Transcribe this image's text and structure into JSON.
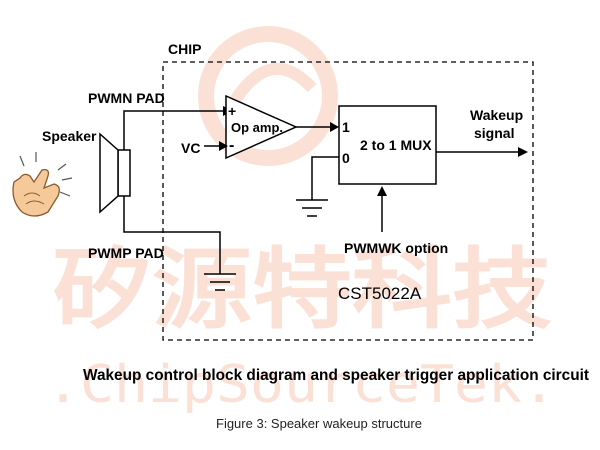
{
  "chip_label": "CHIP",
  "pins": {
    "pwmn": "PWMN PAD",
    "pwmp": "PWMP PAD"
  },
  "speaker_label": "Speaker",
  "vc_label": "VC",
  "opamp": {
    "label": "Op amp.",
    "plus": "+",
    "minus": "-"
  },
  "mux": {
    "label": "2 to 1 MUX",
    "input1": "1",
    "input0": "0"
  },
  "output": {
    "line1": "Wakeup",
    "line2": "signal"
  },
  "option_label": "PWMWK option",
  "part_number": "CST5022A",
  "diagram_title": "Wakeup control block diagram and speaker trigger application circuit",
  "figure_caption": "Figure 3: Speaker wakeup structure",
  "watermark": {
    "chinese": "矽源特科技",
    "english": ".ChipSourceTek."
  },
  "colors": {
    "watermark": "#fbe0d6",
    "line": "#000000"
  }
}
